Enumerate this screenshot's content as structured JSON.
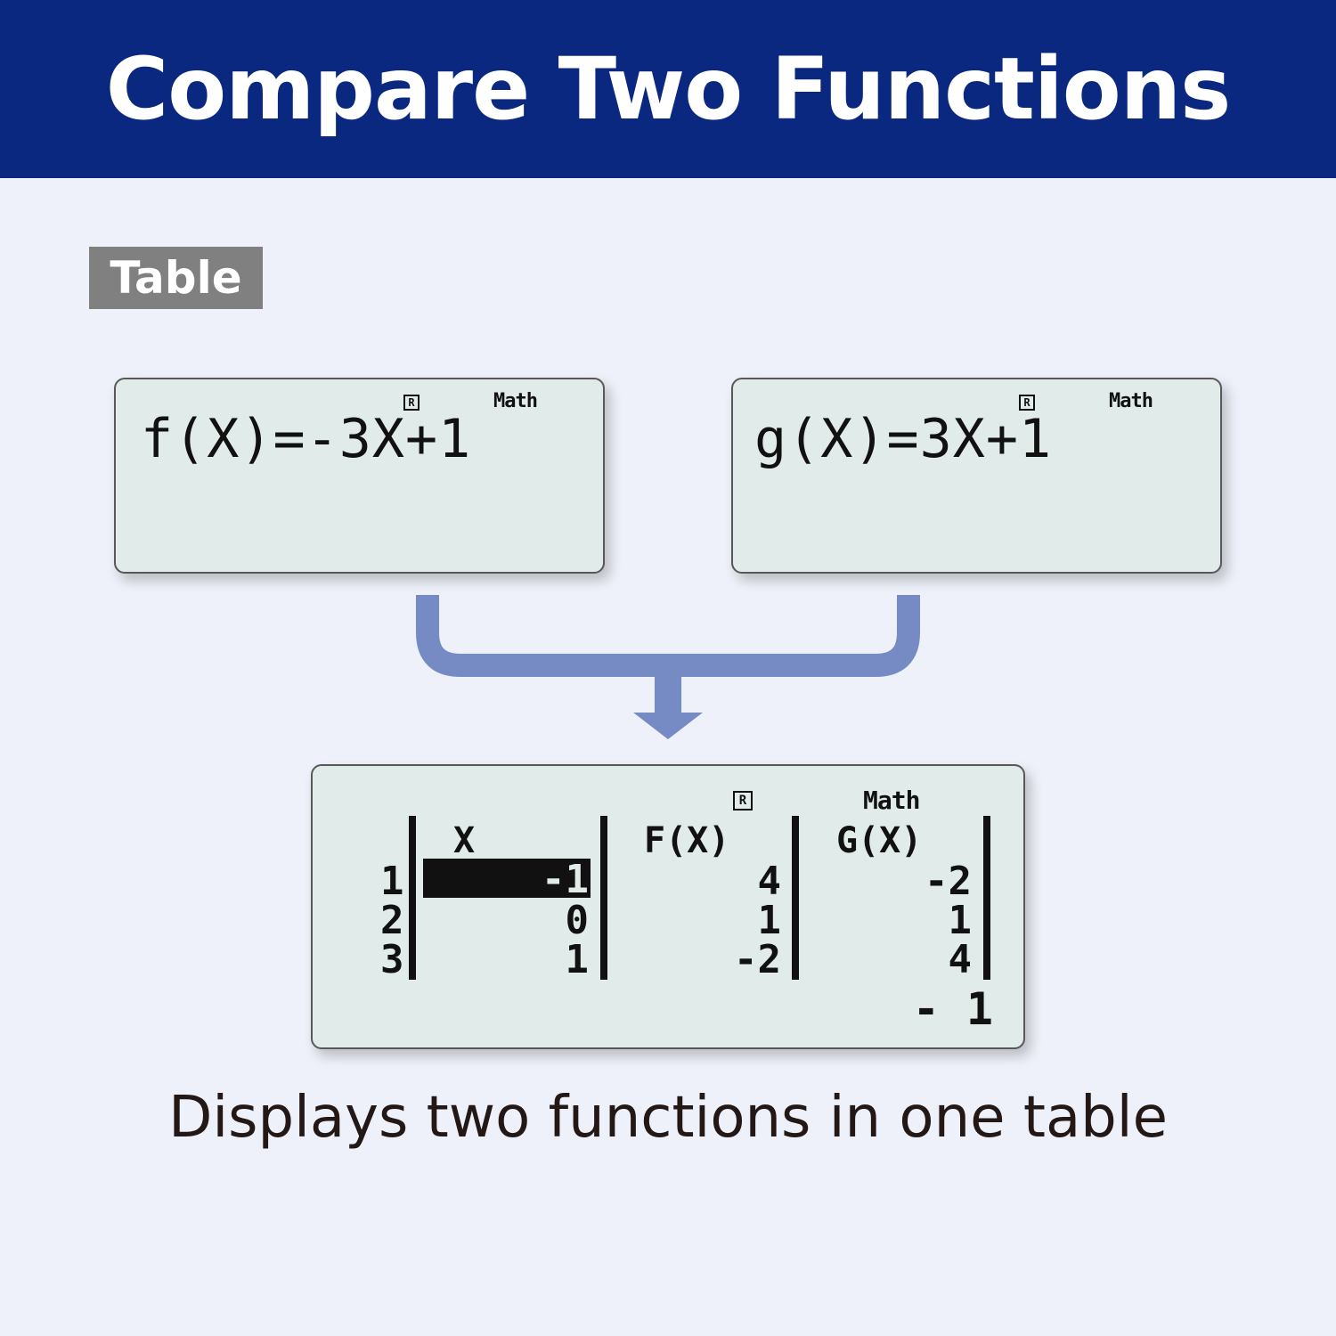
{
  "header": {
    "title": "Compare Two Functions"
  },
  "mode_badge": {
    "label": "Table"
  },
  "display_f": {
    "expression": "f(X)=-3X+1",
    "indicator_r": "R",
    "indicator_math": "Math"
  },
  "display_g": {
    "expression": "g(X)=3X+1",
    "indicator_r": "R",
    "indicator_math": "Math"
  },
  "table_display": {
    "indicator_r": "R",
    "indicator_math": "Math",
    "headers": [
      "X",
      "F(X)",
      "G(X)"
    ],
    "row_numbers": [
      "1",
      "2",
      "3"
    ],
    "rows": [
      {
        "x": "-1",
        "f": "4",
        "g": "-2"
      },
      {
        "x": "0",
        "f": "1",
        "g": "1"
      },
      {
        "x": "1",
        "f": "-2",
        "g": "4"
      }
    ],
    "input_value": "- 1"
  },
  "caption": "Displays two functions in one table",
  "colors": {
    "header_bg": "#0b2880",
    "connector": "#768bc4",
    "lcd_bg": "#e1ecea",
    "page_bg": "#eef1f9"
  }
}
